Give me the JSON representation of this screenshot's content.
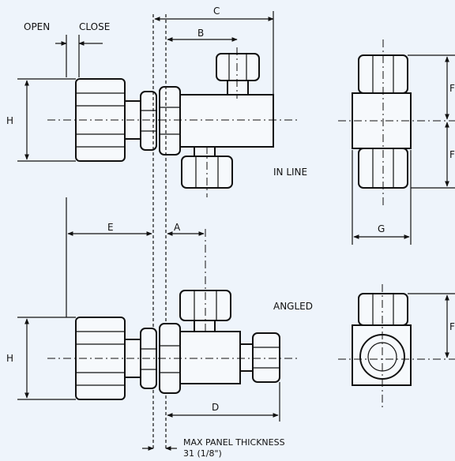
{
  "labels": {
    "open": "OPEN",
    "close": "CLOSE",
    "c": "C",
    "b": "B",
    "h_top": "H",
    "in_line": "IN LINE",
    "e": "E",
    "a": "A",
    "g": "G",
    "angled": "ANGLED",
    "h_bottom": "H",
    "d": "D",
    "max_panel_thickness": "MAX  PANEL  THICKNESS",
    "thickness_value": "31 (1/8\")",
    "right_top_dim": "F",
    "right_mid_dim": "F",
    "right_bottom_dim": "F"
  }
}
